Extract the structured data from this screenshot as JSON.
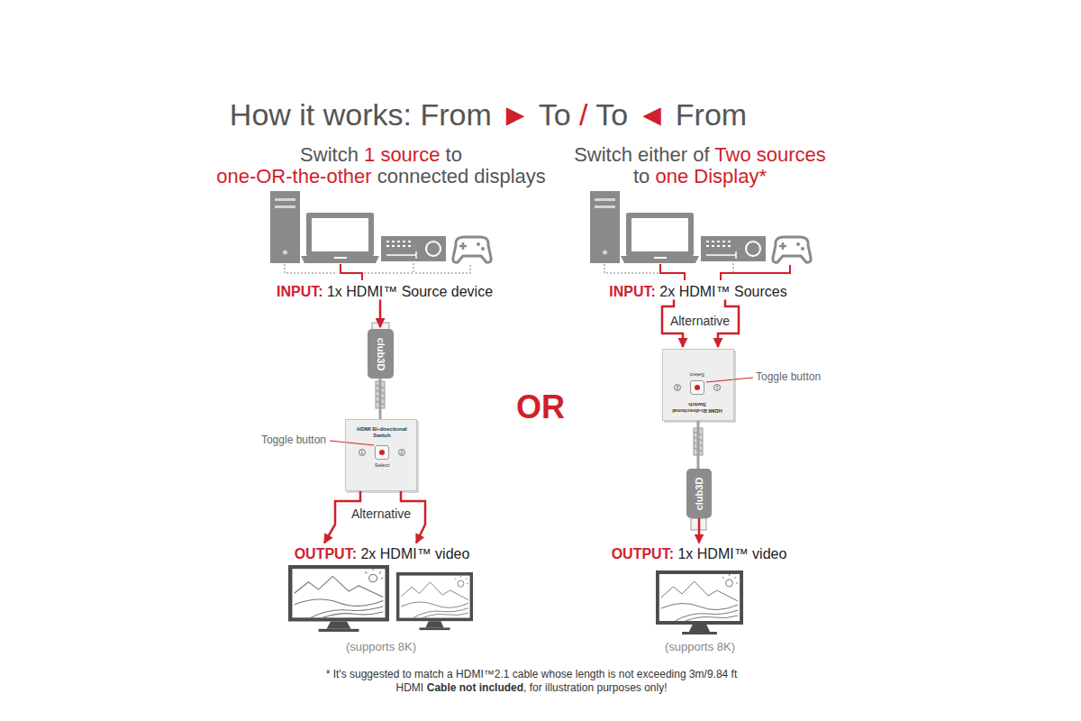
{
  "diagram": {
    "title": "How it works: From ► To / To ◄ From",
    "nodes": [
      {
        "text": [
          "INPUT: 1x HDMI™ Source device"
        ]
      },
      {
        "text": [
          "club3D"
        ]
      },
      {
        "text": [
          "HDMI Bi-directional Switch",
          "Select",
          "1",
          "2"
        ]
      },
      {
        "text": [
          "OUTPUT: 2x HDMI™ video"
        ]
      },
      {
        "text": [
          "INPUT: 2x HDMI™ Sources"
        ]
      },
      {
        "text": [
          "HDMI Bi-directional Switch",
          "Select",
          "1",
          "2"
        ]
      },
      {
        "text": [
          "club3D"
        ]
      },
      {
        "text": [
          "OUTPUT: 1x HDMI™ video"
        ]
      }
    ],
    "edges": [
      {
        "from": 0,
        "to": 1,
        "arrow": "to"
      },
      {
        "from": 1,
        "to": 2,
        "arrow": "none"
      },
      {
        "from": 2,
        "to": 3,
        "arrow": "to"
      },
      {
        "from": 2,
        "to": 3,
        "arrow": "to"
      },
      {
        "from": 4,
        "to": 5,
        "arrow": "to"
      },
      {
        "from": 4,
        "to": 5,
        "arrow": "to"
      },
      {
        "from": 5,
        "to": 6,
        "arrow": "none"
      },
      {
        "from": 6,
        "to": 7,
        "arrow": "to"
      }
    ],
    "labels": [
      "Switch 1 source to one-OR-the-other connected displays",
      "Switch either of Two sources to one Display*",
      "Toggle button",
      "Alternative",
      "(supports 8K)",
      "OR",
      "Alternative",
      "Toggle button",
      "(supports 8K)",
      "* It's suggested to match a HDMI™2.1 cable whose length is not exceeding 3m/9.84 ft",
      "HDMI",
      "Cable not included",
      ", for illustration purposes only!"
    ]
  }
}
